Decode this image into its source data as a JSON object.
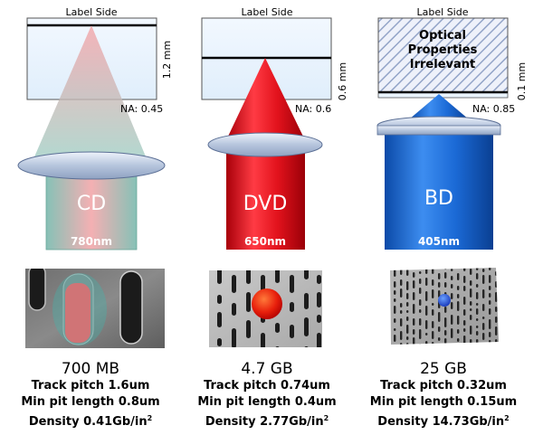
{
  "common": {
    "label_side": "Label Side",
    "unit_sup": "2"
  },
  "discs": [
    {
      "key": "cd",
      "name": "CD",
      "wavelength": "780nm",
      "na": "NA: 0.45",
      "thickness": "1.2 mm",
      "capacity": "700 MB",
      "track_pitch": "Track pitch 1.6um",
      "min_pit": "Min pit length 0.8um",
      "density": "Density 0.41Gb/in",
      "beam_color": "#f07c80",
      "body_color": "#9fcfc5"
    },
    {
      "key": "dvd",
      "name": "DVD",
      "wavelength": "650nm",
      "na": "NA: 0.6",
      "thickness": "0.6 mm",
      "capacity": "4.7 GB",
      "track_pitch": "Track pitch 0.74um",
      "min_pit": "Min pit length 0.4um",
      "density": "Density 2.77Gb/in",
      "beam_color": "#e0101c",
      "body_color": "#e0101c"
    },
    {
      "key": "bd",
      "name": "BD",
      "wavelength": "405nm",
      "na": "NA: 0.85",
      "thickness": "0.1 mm",
      "capacity": "25 GB",
      "track_pitch": "Track pitch 0.32um",
      "min_pit": "Min pit length 0.15um",
      "density": "Density 14.73Gb/in",
      "beam_color": "#1a6fd8",
      "body_color": "#1a6fd8",
      "optical_note": [
        "Optical",
        "Properties",
        "Irrelevant"
      ]
    }
  ]
}
